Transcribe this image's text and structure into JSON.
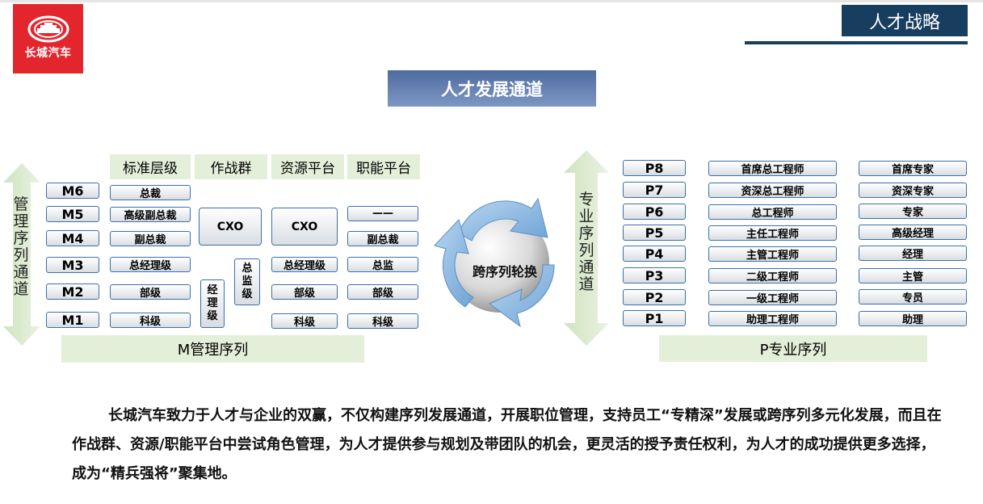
{
  "logo": {
    "text": "长城汽车"
  },
  "header": {
    "section_title": "人才战略"
  },
  "banner": {
    "title": "人才发展通道"
  },
  "management": {
    "columns": [
      "标准层级",
      "作战群",
      "资源平台",
      "职能平台"
    ],
    "levels": [
      "M6",
      "M5",
      "M4",
      "M3",
      "M2",
      "M1"
    ],
    "standard": [
      "总裁",
      "高级副总裁",
      "副总裁",
      "总经理级",
      "部级",
      "科级"
    ],
    "combat": {
      "top": "CXO",
      "manager": "经理级",
      "director": "总监级"
    },
    "resource": {
      "top": "CXO",
      "items": [
        "总经理级",
        "部级",
        "科级"
      ]
    },
    "function": {
      "items": [
        "——",
        "副总裁",
        "总监",
        "部级",
        "科级"
      ]
    },
    "side_label": "管理序列通道",
    "footer": "M管理序列"
  },
  "wheel": {
    "label": "跨序列轮换"
  },
  "professional": {
    "levels": [
      "P8",
      "P7",
      "P6",
      "P5",
      "P4",
      "P3",
      "P2",
      "P1"
    ],
    "engineer_titles": [
      "首席总工程师",
      "资深总工程师",
      "总工程师",
      "主任工程师",
      "主管工程师",
      "二级工程师",
      "一级工程师",
      "助理工程师"
    ],
    "general_titles": [
      "首席专家",
      "资深专家",
      "专家",
      "高级经理",
      "经理",
      "主管",
      "专员",
      "助理"
    ],
    "side_label": "专业序列通道",
    "footer": "P专业序列"
  },
  "description": "长城汽车致力于人才与企业的双赢，不仅构建序列发展通道，开展职位管理，支持员工“专精深”发展或跨序列多元化发展，而且在作战群、资源/职能平台中尝试角色管理，为人才提供参与规划及带团队的机会，更灵活的授予责任权利，为人才的成功提供更多选择，成为“精兵强将”聚集地。",
  "colors": {
    "brand_red": "#e3262e",
    "navy": "#173d5f",
    "green_bar": "#e4efd9",
    "box_border": "#3a6fad",
    "arrow_blue": "#9cc3e6"
  }
}
